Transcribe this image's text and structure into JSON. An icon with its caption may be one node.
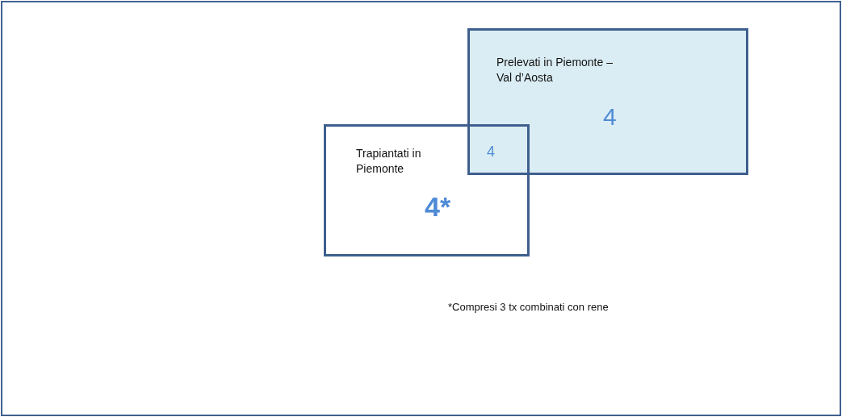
{
  "diagram": {
    "nodes": [
      {
        "text": [
          "Prelevati in Piemonte – Val d’Aosta",
          "4"
        ]
      },
      {
        "text": [
          "Trapiantati in Piemonte",
          "4*"
        ]
      }
    ],
    "labels": [
      "4",
      "*Compresi 3 tx combinati con rene"
    ]
  }
}
